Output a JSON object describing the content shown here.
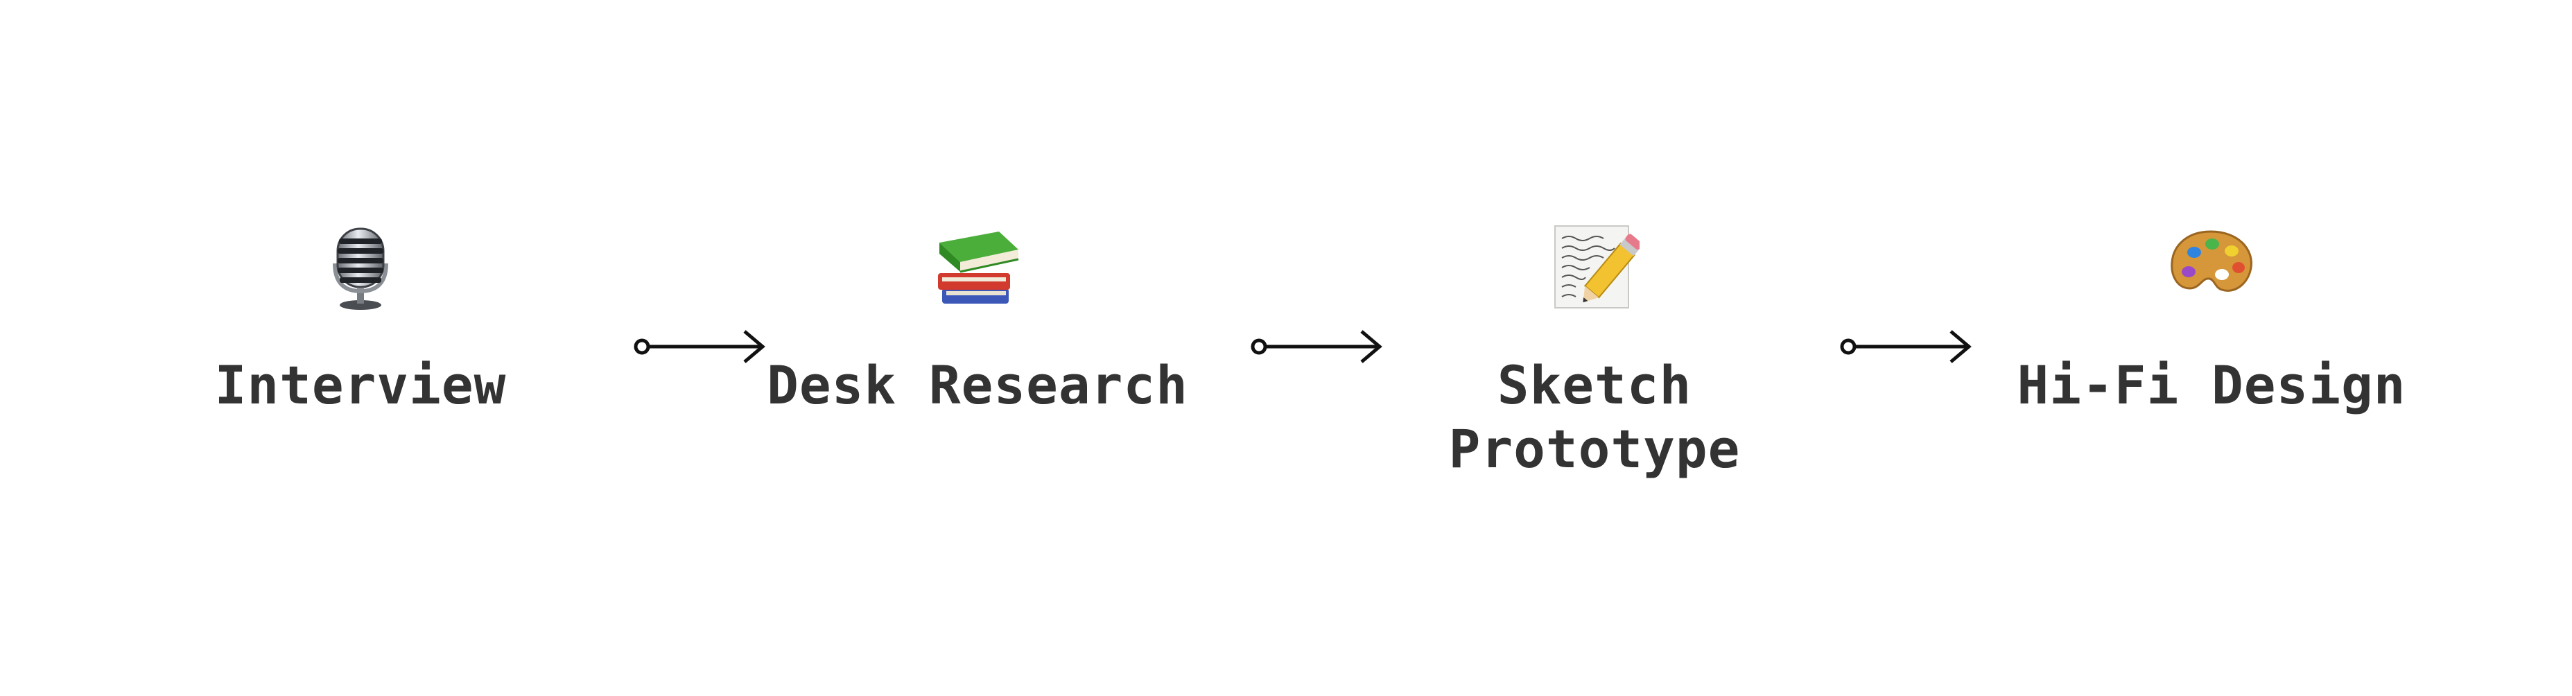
{
  "flow": {
    "steps": [
      {
        "label": "Interview",
        "icon": "microphone-icon"
      },
      {
        "label": "Desk Research",
        "icon": "books-icon"
      },
      {
        "label": "Sketch\nPrototype",
        "icon": "memo-pencil-icon"
      },
      {
        "label": "Hi-Fi Design",
        "icon": "artist-palette-icon"
      }
    ],
    "connector_icon": "arrow-right-icon",
    "colors": {
      "text": "#333333",
      "arrow": "#111111"
    }
  }
}
